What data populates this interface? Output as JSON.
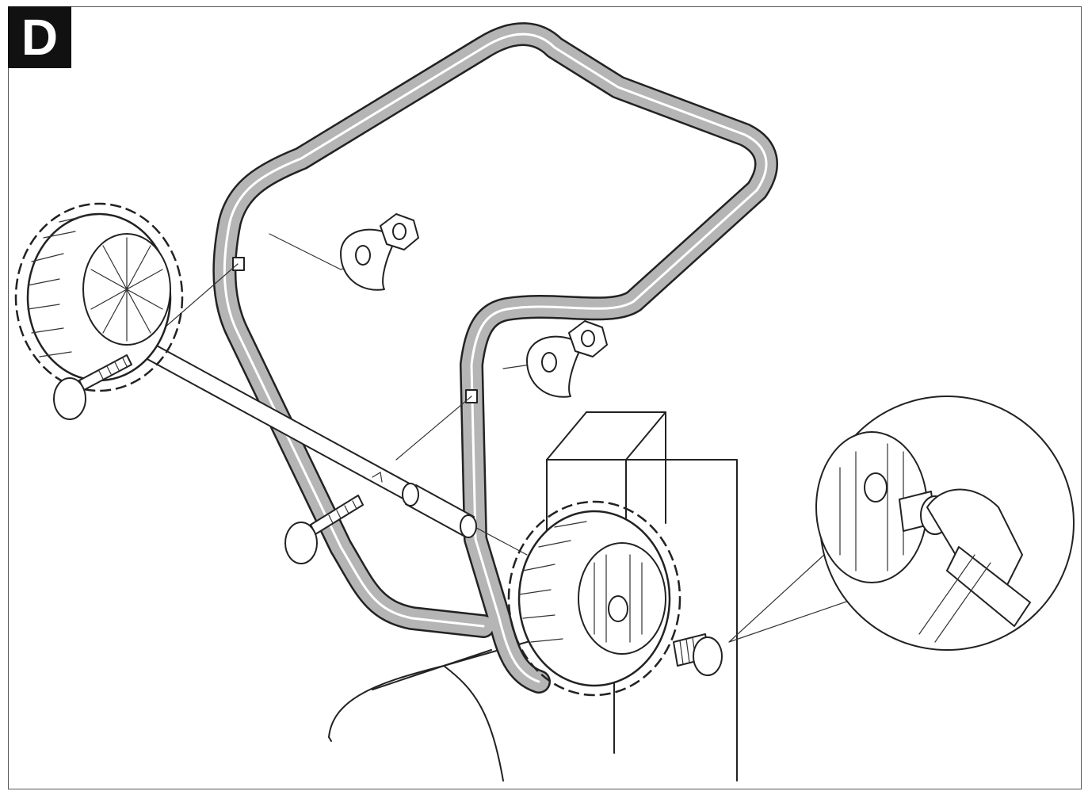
{
  "panel": {
    "letter": "D"
  },
  "colors": {
    "line": "#222222",
    "tube": "#b5b5b5",
    "background": "#ffffff",
    "badge": "#111111"
  },
  "parts": [
    "handle-frame",
    "axle",
    "wheel-left",
    "wheel-right",
    "carriage-bolt-left",
    "carriage-bolt-right",
    "washer-upper",
    "nut-upper",
    "washer-lower",
    "nut-lower",
    "wheel-cap",
    "detail-callout"
  ]
}
